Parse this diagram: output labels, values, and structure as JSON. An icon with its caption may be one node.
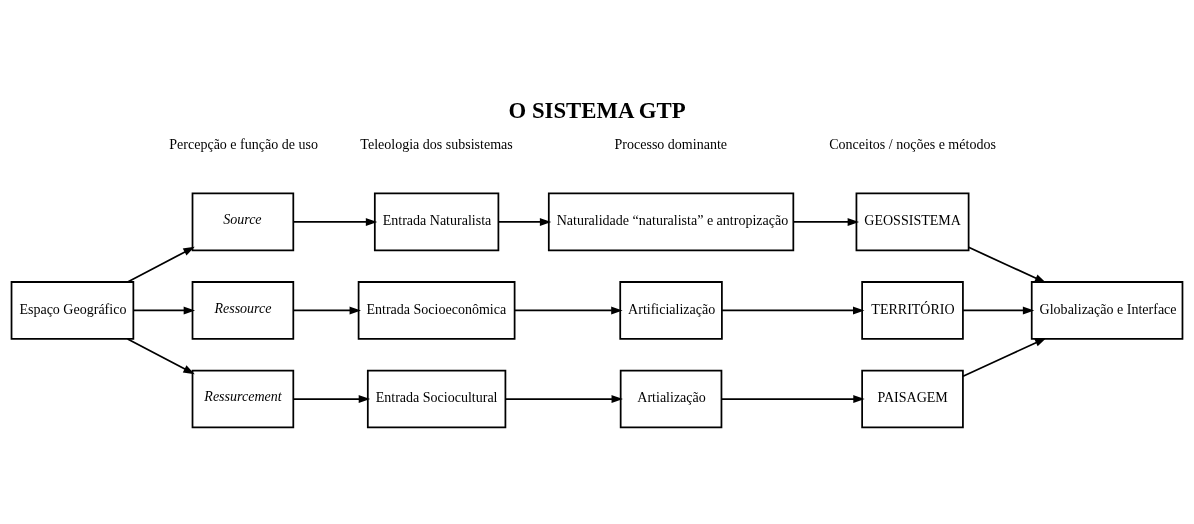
{
  "diagram": {
    "title": "O SISTEMA GTP",
    "nodes": [
      {
        "text": [
          "Espaço Geográfico"
        ]
      },
      {
        "text": [
          "Source"
        ]
      },
      {
        "text": [
          "Ressource"
        ]
      },
      {
        "text": [
          "Ressurcement"
        ]
      },
      {
        "text": [
          "Entrada Naturalista"
        ]
      },
      {
        "text": [
          "Entrada Socioeconômica"
        ]
      },
      {
        "text": [
          "Entrada Sociocultural"
        ]
      },
      {
        "text": [
          "Naturalidade “naturalista” e antropização"
        ]
      },
      {
        "text": [
          "Artificialização"
        ]
      },
      {
        "text": [
          "Artialização"
        ]
      },
      {
        "text": [
          "GEOSSISTEMA"
        ]
      },
      {
        "text": [
          "TERRITÓRIO"
        ]
      },
      {
        "text": [
          "PAISAGEM"
        ]
      },
      {
        "text": [
          "Globalização e Interface"
        ]
      }
    ],
    "edges": [
      {
        "from": 0,
        "to": 1,
        "arrow": "to"
      },
      {
        "from": 0,
        "to": 2,
        "arrow": "to"
      },
      {
        "from": 0,
        "to": 3,
        "arrow": "to"
      },
      {
        "from": 1,
        "to": 4,
        "arrow": "to"
      },
      {
        "from": 4,
        "to": 7,
        "arrow": "to"
      },
      {
        "from": 7,
        "to": 10,
        "arrow": "to"
      },
      {
        "from": 10,
        "to": 13,
        "arrow": "to"
      },
      {
        "from": 2,
        "to": 5,
        "arrow": "to"
      },
      {
        "from": 5,
        "to": 8,
        "arrow": "to"
      },
      {
        "from": 8,
        "to": 11,
        "arrow": "to"
      },
      {
        "from": 11,
        "to": 13,
        "arrow": "to"
      },
      {
        "from": 3,
        "to": 6,
        "arrow": "to"
      },
      {
        "from": 6,
        "to": 9,
        "arrow": "to"
      },
      {
        "from": 9,
        "to": 12,
        "arrow": "to"
      },
      {
        "from": 12,
        "to": 13,
        "arrow": "to"
      }
    ],
    "labels": [
      "Percepção e função de uso",
      "Teleologia dos subsistemas",
      "Processo dominante",
      "Conceitos / noções e métodos"
    ]
  }
}
